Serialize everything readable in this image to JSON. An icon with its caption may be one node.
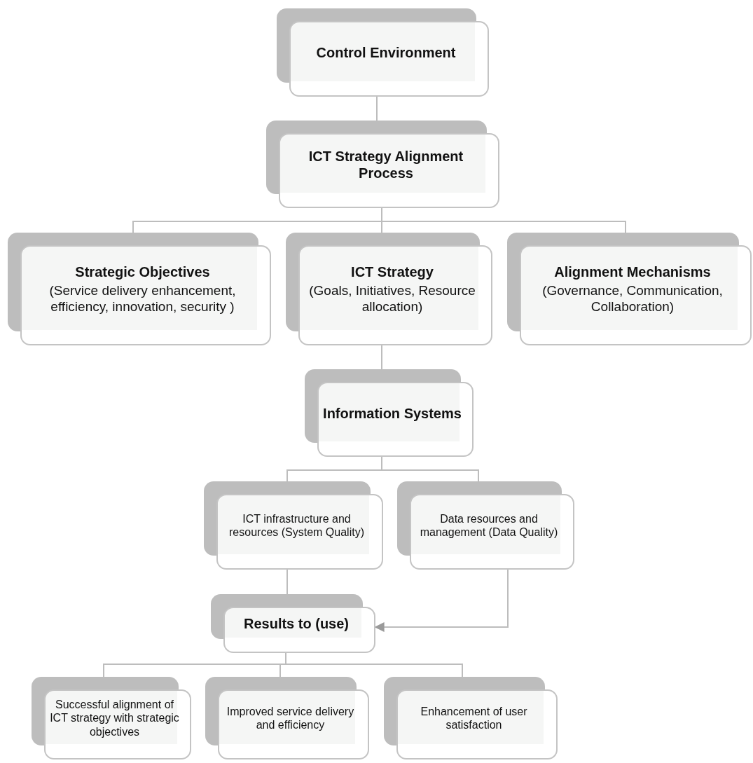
{
  "diagram": {
    "nodes": [
      {
        "text": [
          "Control Environment"
        ]
      },
      {
        "text": [
          "ICT Strategy Alignment Process"
        ]
      },
      {
        "text": [
          "Strategic Objectives",
          "(Service delivery enhancement, efficiency, innovation, security )"
        ]
      },
      {
        "text": [
          "ICT Strategy",
          "(Goals, Initiatives, Resource allocation)"
        ]
      },
      {
        "text": [
          "Alignment Mechanisms",
          "(Governance, Communication, Collaboration)"
        ]
      },
      {
        "text": [
          "Information Systems"
        ]
      },
      {
        "text": [
          "ICT infrastructure and resources (System Quality)"
        ]
      },
      {
        "text": [
          "Data resources and management (Data Quality)"
        ]
      },
      {
        "text": [
          "Results to (use)"
        ]
      },
      {
        "text": [
          "Successful alignment of ICT strategy with strategic objectives"
        ]
      },
      {
        "text": [
          "Improved service delivery and efficiency"
        ]
      },
      {
        "text": [
          "Enhancement of user satisfaction"
        ]
      }
    ],
    "edges": [
      {
        "from": 0,
        "to": 1,
        "arrow": "none"
      },
      {
        "from": 1,
        "to": 2,
        "arrow": "none"
      },
      {
        "from": 1,
        "to": 3,
        "arrow": "none"
      },
      {
        "from": 1,
        "to": 4,
        "arrow": "none"
      },
      {
        "from": 3,
        "to": 5,
        "arrow": "none"
      },
      {
        "from": 5,
        "to": 6,
        "arrow": "none"
      },
      {
        "from": 5,
        "to": 7,
        "arrow": "none"
      },
      {
        "from": 6,
        "to": 8,
        "arrow": "none"
      },
      {
        "from": 7,
        "to": 8,
        "arrow": "to"
      },
      {
        "from": 8,
        "to": 9,
        "arrow": "none"
      },
      {
        "from": 8,
        "to": 10,
        "arrow": "none"
      },
      {
        "from": 8,
        "to": 11,
        "arrow": "none"
      }
    ]
  }
}
